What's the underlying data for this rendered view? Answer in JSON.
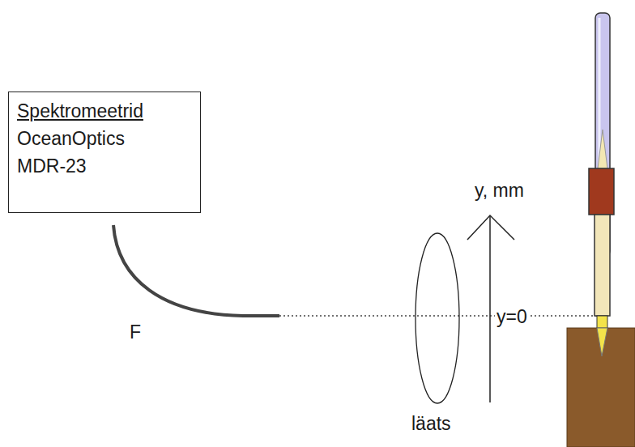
{
  "diagram": {
    "nodes": [
      {
        "text": [
          "Spektromeetrid",
          "OceanOptics",
          "MDR-23"
        ]
      }
    ],
    "labels": [
      "F",
      "y, mm",
      "y=0",
      "läats"
    ]
  }
}
